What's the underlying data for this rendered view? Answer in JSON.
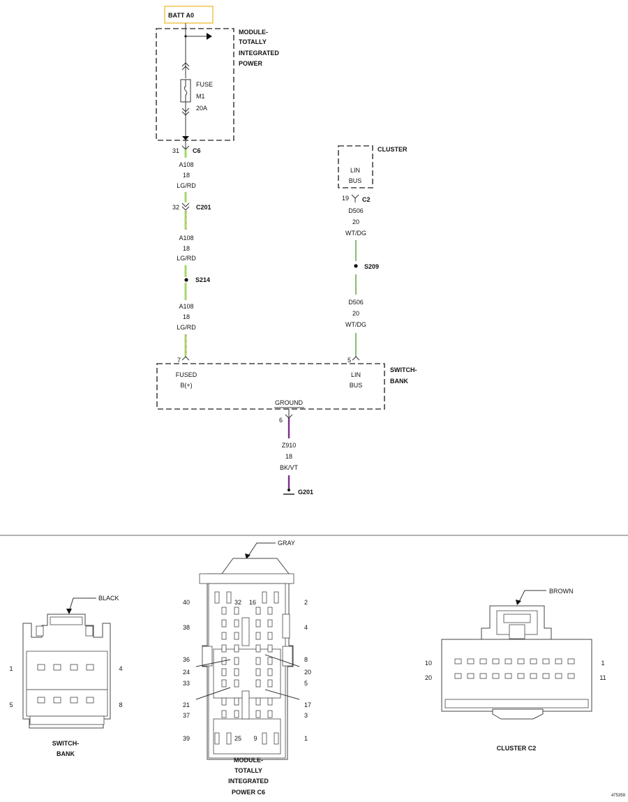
{
  "schematic": {
    "batt_label": "BATT A0",
    "module_title": [
      "MODULE-",
      "TOTALLY",
      "INTEGRATED",
      "POWER"
    ],
    "fuse_lines": [
      "FUSE",
      "M1",
      "20A"
    ],
    "cluster_title": "CLUSTER",
    "cluster_inner": [
      "LIN",
      "BUS"
    ],
    "switchbank_title": [
      "SWITCH-",
      "BANK"
    ],
    "switch_fused": [
      "FUSED",
      "B(+)"
    ],
    "switch_lin": [
      "LIN",
      "BUS"
    ],
    "switch_ground": "GROUND",
    "connectors": {
      "c6": {
        "pin": "31",
        "name": "C6"
      },
      "c201": {
        "pin": "32",
        "name": "C201"
      },
      "c2": {
        "pin": "19",
        "name": "C2"
      },
      "sw_fused_pin": "7",
      "sw_lin_pin": "5",
      "sw_gnd_pin": "6"
    },
    "splices": {
      "s214": "S214",
      "s209": "S209"
    },
    "ground_name": "G201",
    "wires": {
      "a108_1": [
        "A108",
        "18",
        "LG/RD"
      ],
      "a108_2": [
        "A108",
        "18",
        "LG/RD"
      ],
      "a108_3": [
        "A108",
        "18",
        "LG/RD"
      ],
      "d506_1": [
        "D506",
        "20",
        "WT/DG"
      ],
      "d506_2": [
        "D506",
        "20",
        "WT/DG"
      ],
      "z910": [
        "Z910",
        "18",
        "BK/VT"
      ]
    },
    "colors": {
      "lg_rd_main": "#a6d96a",
      "lg_rd_stripe": "#e05050",
      "wt_dg": "#6aa84f",
      "bk_vt": "#7b2c8a"
    }
  },
  "connector_views": {
    "switch_bank": {
      "color_label": "BLACK",
      "pins": {
        "top_left": "1",
        "top_right": "4",
        "bottom_left": "5",
        "bottom_right": "8"
      },
      "title": [
        "SWITCH-",
        "BANK"
      ]
    },
    "tipm_c6": {
      "color_label": "GRAY",
      "left_pins": [
        "40",
        "38",
        "36",
        "24",
        "33",
        "21",
        "37",
        "39"
      ],
      "right_pins": [
        "2",
        "4",
        "8",
        "20",
        "5",
        "17",
        "3",
        "1"
      ],
      "inner_top": [
        "32",
        "16"
      ],
      "inner_bottom": [
        "25",
        "9"
      ],
      "title": [
        "MODULE-",
        "TOTALLY",
        "INTEGRATED",
        "POWER C6"
      ]
    },
    "cluster_c2": {
      "color_label": "BROWN",
      "pins": {
        "top_left": "10",
        "top_right": "1",
        "bottom_left": "20",
        "bottom_right": "11"
      },
      "title": "CLUSTER C2"
    }
  },
  "figure_id": "475359"
}
